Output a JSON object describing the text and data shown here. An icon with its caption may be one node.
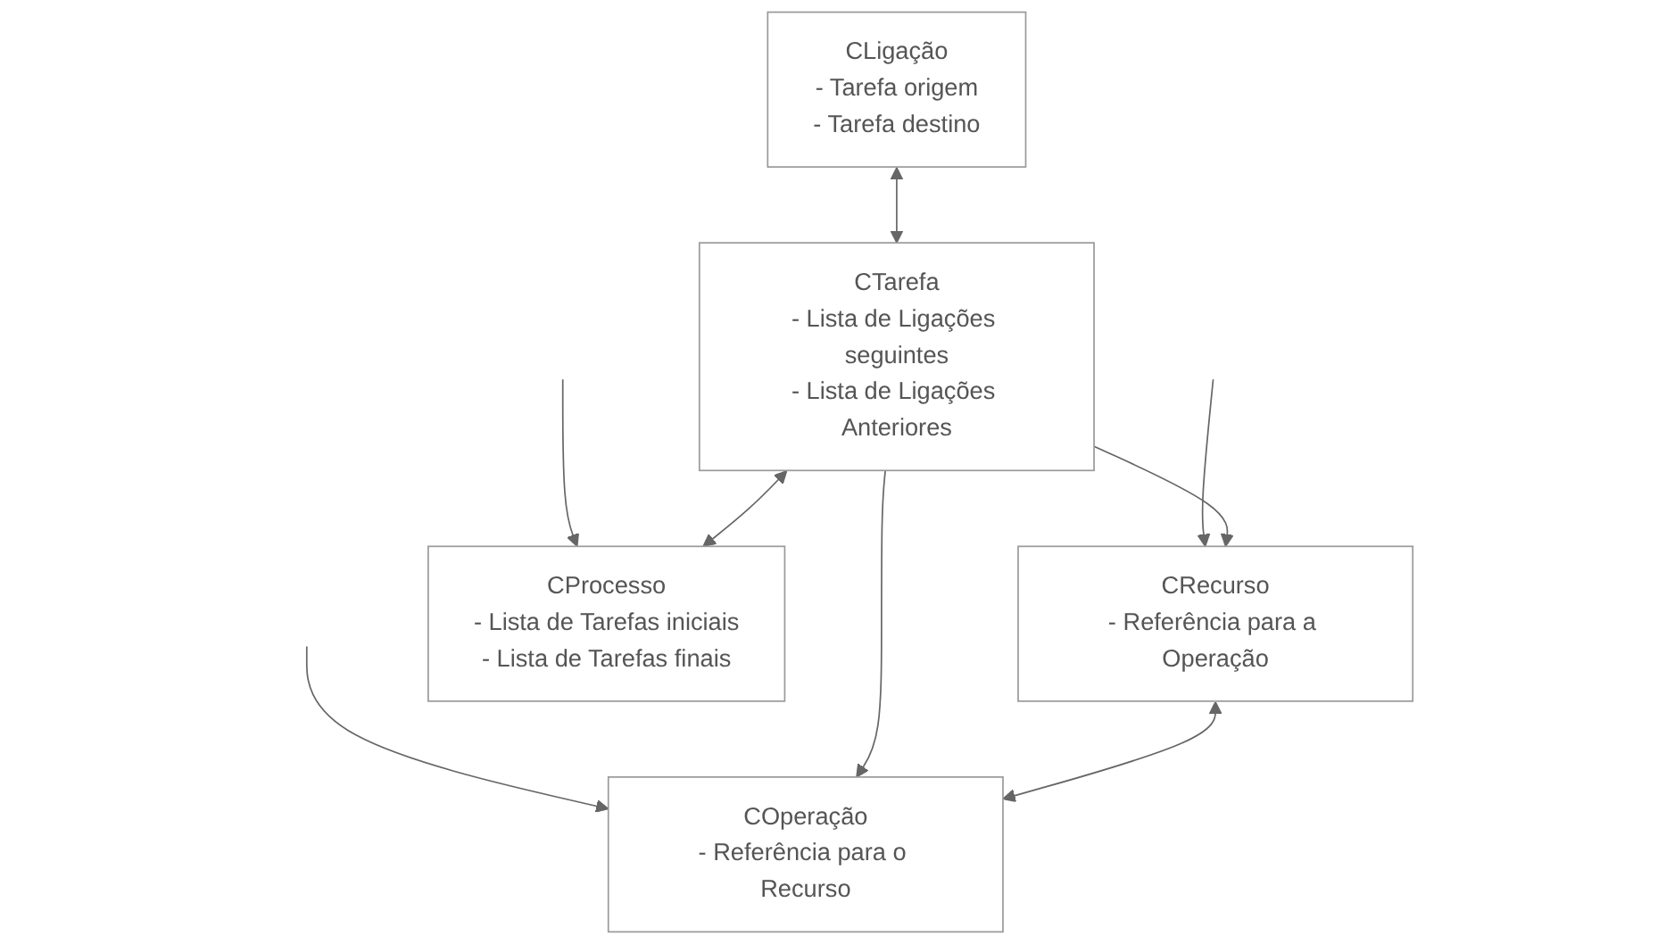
{
  "diagram": {
    "nodes": [
      {
        "text": [
          "CRecurso",
          "- Referência para a Operação"
        ]
      },
      {
        "text": [
          "COperação",
          "- Referência para o Recurso"
        ]
      },
      {
        "text": [
          "CProcesso",
          "- Lista de Tarefas iniciais",
          "- Lista de Tarefas finais"
        ]
      },
      {
        "text": [
          "CLigação",
          "- Tarefa origem",
          "- Tarefa destino"
        ]
      },
      {
        "text": [
          "CTarefa",
          "- Lista de Ligações seguintes",
          "- Lista de Ligações Anteriores"
        ]
      }
    ],
    "edges": [
      {
        "from": 0,
        "to": 1,
        "arrow": "both"
      },
      {
        "from": 4,
        "to": 0,
        "arrow": "to"
      },
      {
        "from": 4,
        "to": 1,
        "arrow": "to"
      },
      {
        "from": 3,
        "to": 4,
        "arrow": "both"
      },
      {
        "from": 4,
        "to": 2,
        "arrow": "both"
      },
      {
        "from": null,
        "to": 0,
        "arrow": "to"
      },
      {
        "from": null,
        "to": 1,
        "arrow": "to"
      },
      {
        "from": null,
        "to": 2,
        "arrow": "to"
      }
    ]
  }
}
